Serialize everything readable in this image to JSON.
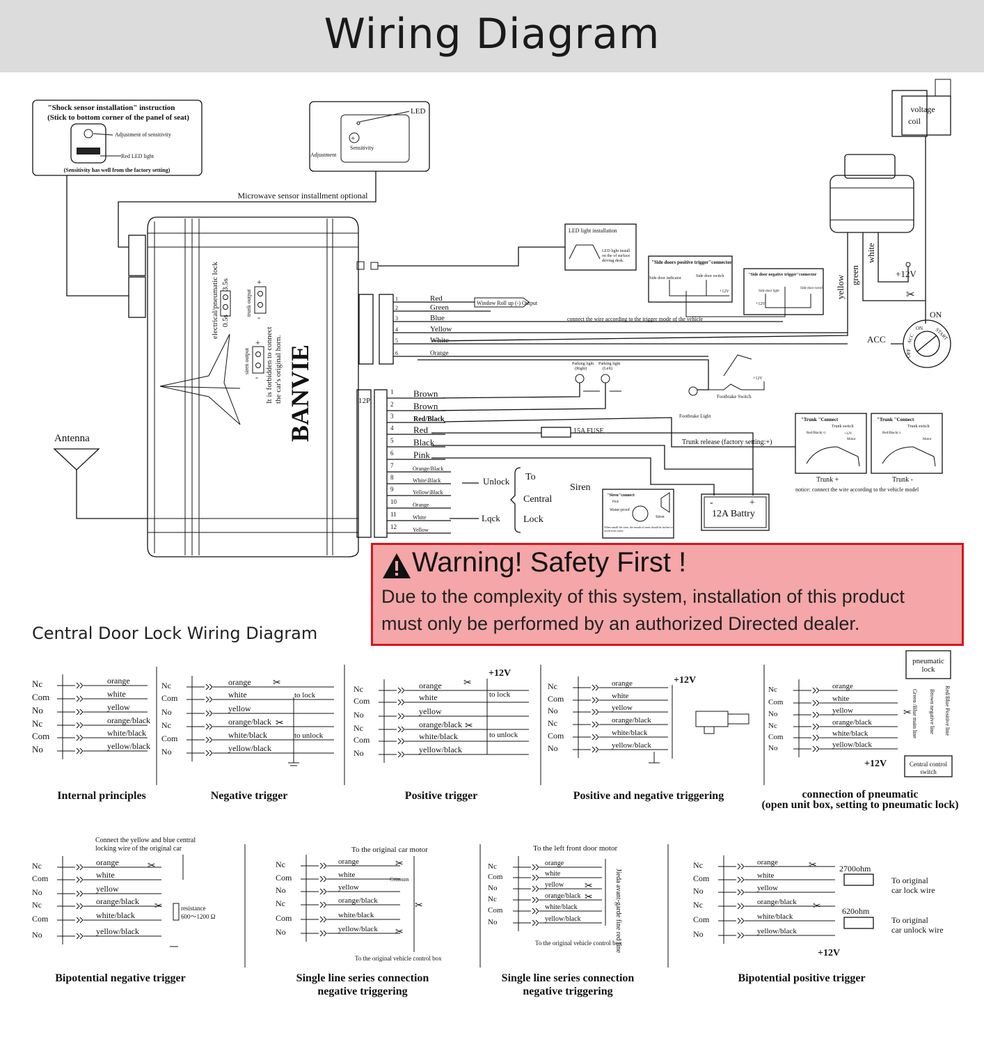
{
  "title": "Wiring Diagram",
  "brand": "BANVIE",
  "shock_box": {
    "title": "\"Shock sensor installation\" instruction",
    "subtitle": "(Stick to bottom corner of the panel of seat)",
    "adjust": "Adjustment of sensitivity",
    "led": "Red LED light",
    "note": "(Sensitivity has well from the factory setting)"
  },
  "microwave_box": {
    "led": "LED",
    "adjustment": "Adjustment",
    "sensitivity": "Sensitivity"
  },
  "microwave_label": "Microwave sensor installment optional",
  "antenna": "Antenna",
  "voltage_coil": [
    "voltage",
    "coil"
  ],
  "ignition": {
    "acc": "ACC",
    "on": "ON",
    "on_inner": "ON",
    "start": "START",
    "off": "OFF",
    "acc_inner": "ACC"
  },
  "relay_wires": [
    "yellow",
    "green",
    "white"
  ],
  "plus12v": "+12V",
  "unit_labels": {
    "lock": "electrical/pneumatic lock",
    "t05": "0.5s",
    "t35": "3.5s",
    "trunk_output": "trunk output",
    "siren_output": "siren output",
    "warn1": "It is forbidden to connect",
    "warn2": "the car's original horn.",
    "port12p": "12P"
  },
  "connector6": [
    {
      "n": "1",
      "c": "Red"
    },
    {
      "n": "2",
      "c": "Green"
    },
    {
      "n": "3",
      "c": "Blue"
    },
    {
      "n": "4",
      "c": "Yellow"
    },
    {
      "n": "5",
      "c": "White"
    },
    {
      "n": "6",
      "c": "Orange"
    }
  ],
  "window_roll": "Window Roll up (-) Output",
  "trigger_note": "connect the wire according to the  trigger mode of the vehicle",
  "led_install": {
    "title": "LED light installation",
    "text": [
      "LED light install",
      "on the of surface",
      "driving desk."
    ]
  },
  "side_pos": {
    "title": "\"Side doors positive trigger\"connector",
    "a": "Side door indicator",
    "b": "Side door switch",
    "v": "+12V"
  },
  "side_neg": {
    "title": "\"Side door negative trigger\"connector",
    "a": "Side door light",
    "b": "Side door switch",
    "v": "+12V"
  },
  "connector12": [
    {
      "n": "1",
      "c": "Brown"
    },
    {
      "n": "2",
      "c": "Brown"
    },
    {
      "n": "3",
      "c": "Red/Black"
    },
    {
      "n": "4",
      "c": "Red"
    },
    {
      "n": "5",
      "c": "Black"
    },
    {
      "n": "6",
      "c": "Pink"
    },
    {
      "n": "7",
      "c": "Orange/Black"
    },
    {
      "n": "8",
      "c": "White\\Black"
    },
    {
      "n": "9",
      "c": "Yellow\\Black"
    },
    {
      "n": "10",
      "c": "Orange"
    },
    {
      "n": "11",
      "c": "White"
    },
    {
      "n": "12",
      "c": "Yellow"
    }
  ],
  "parking": {
    "right": [
      "Parking light",
      "(Right)"
    ],
    "left": [
      "Parking light",
      "(Left)"
    ]
  },
  "footbrake": {
    "light": "Footbrake Light",
    "switch": "Footbrake Switch",
    "v": "+12V"
  },
  "fuse": "15A FUSE",
  "trunk_release": "Trunk release  (factory setting:+)",
  "trunk_boxes": [
    {
      "title": "\"Trunk \"Connect",
      "sw": "Trunk switch",
      "rb": "Red/Black(+)",
      "v": "+12V",
      "m": "Motor",
      "cap": "Trunk +"
    },
    {
      "title": "\"Trunk \"Connect",
      "sw": "Trunk switch",
      "rb": "Red/Black(-)",
      "v": "",
      "m": "Motor",
      "cap": "Trunk -"
    }
  ],
  "trunk_notice": "notice: connect the wire according to the vehicle model",
  "central": {
    "unlock": "Unlock",
    "lock": "Lqck",
    "to": "To",
    "central": "Central",
    "lock2": "Lock"
  },
  "siren": {
    "label": "Siren",
    "title": "\"Siren\"connect",
    "pink": "Pink",
    "wp": "Water-proof",
    "sir": "Siren",
    "note": "When install the siren,  the mouth of siren should be incline to avoid from water."
  },
  "battery": {
    "label": "12A Battry",
    "minus": "-",
    "plus": "+"
  },
  "warning": {
    "title": "Warning! Safety First !",
    "line1": "Due to the complexity of this system, installation of this product",
    "line2": "must only be performed by an authorized Directed dealer."
  },
  "central_title": "Central Door Lock Wiring Diagram",
  "wire_colors": [
    "orange",
    "white",
    "yellow",
    "orange/black",
    "white/black",
    "yellow/black"
  ],
  "contacts": [
    "Nc",
    "Com",
    "No",
    "Nc",
    "Com",
    "No"
  ],
  "row1_captions": [
    "Internal principles",
    "Negative trigger",
    "Positive trigger",
    "Positive and negative triggering",
    "connection of pneumatic",
    "(open unit box, setting to pneumatic lock)"
  ],
  "to_lock": "to lock",
  "to_unlock": "to unlock",
  "pneumatic": {
    "box": [
      "pneumatic",
      "lock"
    ],
    "v1": "Green /Blue main line",
    "v2": "Brown negative line",
    "v3": "Red/Blue Positive line",
    "switch": [
      "Central control",
      "switch"
    ]
  },
  "bipotential_neg": {
    "note": [
      "Connect the yellow and blue central",
      "locking wire of the original car"
    ],
    "res": [
      "resistance",
      "600～1200 Ω"
    ]
  },
  "single1": {
    "top": "To the original car motor",
    "crimson": "Crimson",
    "bottom": "To the original vehicle control box"
  },
  "single2": {
    "top": "To the left front door motor",
    "side": "Jieda avant-garde fine red line",
    "bottom": "To the original vehicle control box"
  },
  "bipotential_pos": {
    "r1": "2700ohm",
    "r2": "620ohm",
    "t1": [
      "To original",
      "car lock wire"
    ],
    "t2": [
      "To original",
      "car unlock wire"
    ]
  },
  "row2_captions": [
    "Bipotential negative trigger",
    "Single line series connection",
    "negative triggering",
    "Single line series connection",
    "negative triggering",
    "Bipotential positive trigger"
  ]
}
